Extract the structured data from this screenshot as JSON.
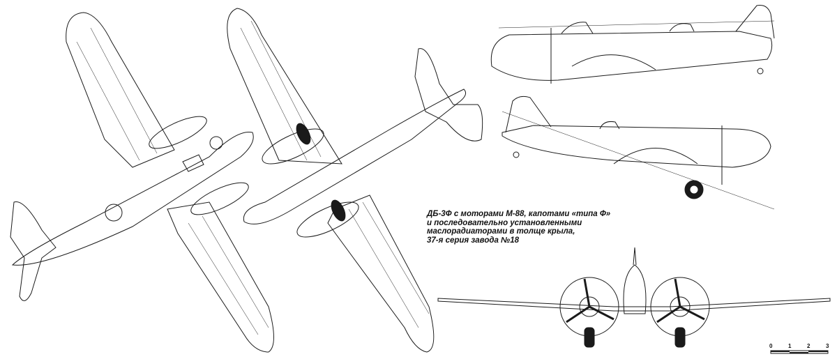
{
  "caption": {
    "lines": [
      "ДБ-3Ф с моторами М-88, капотами «типа Ф»",
      " и последовательно установленными",
      "маслорадиаторами в толще крыла,",
      " 37-я серия завода №18"
    ]
  },
  "scale_bar": {
    "labels": [
      "0",
      "1",
      "2",
      "3"
    ]
  },
  "colors": {
    "line": "#1a1a1a",
    "background": "#ffffff"
  }
}
